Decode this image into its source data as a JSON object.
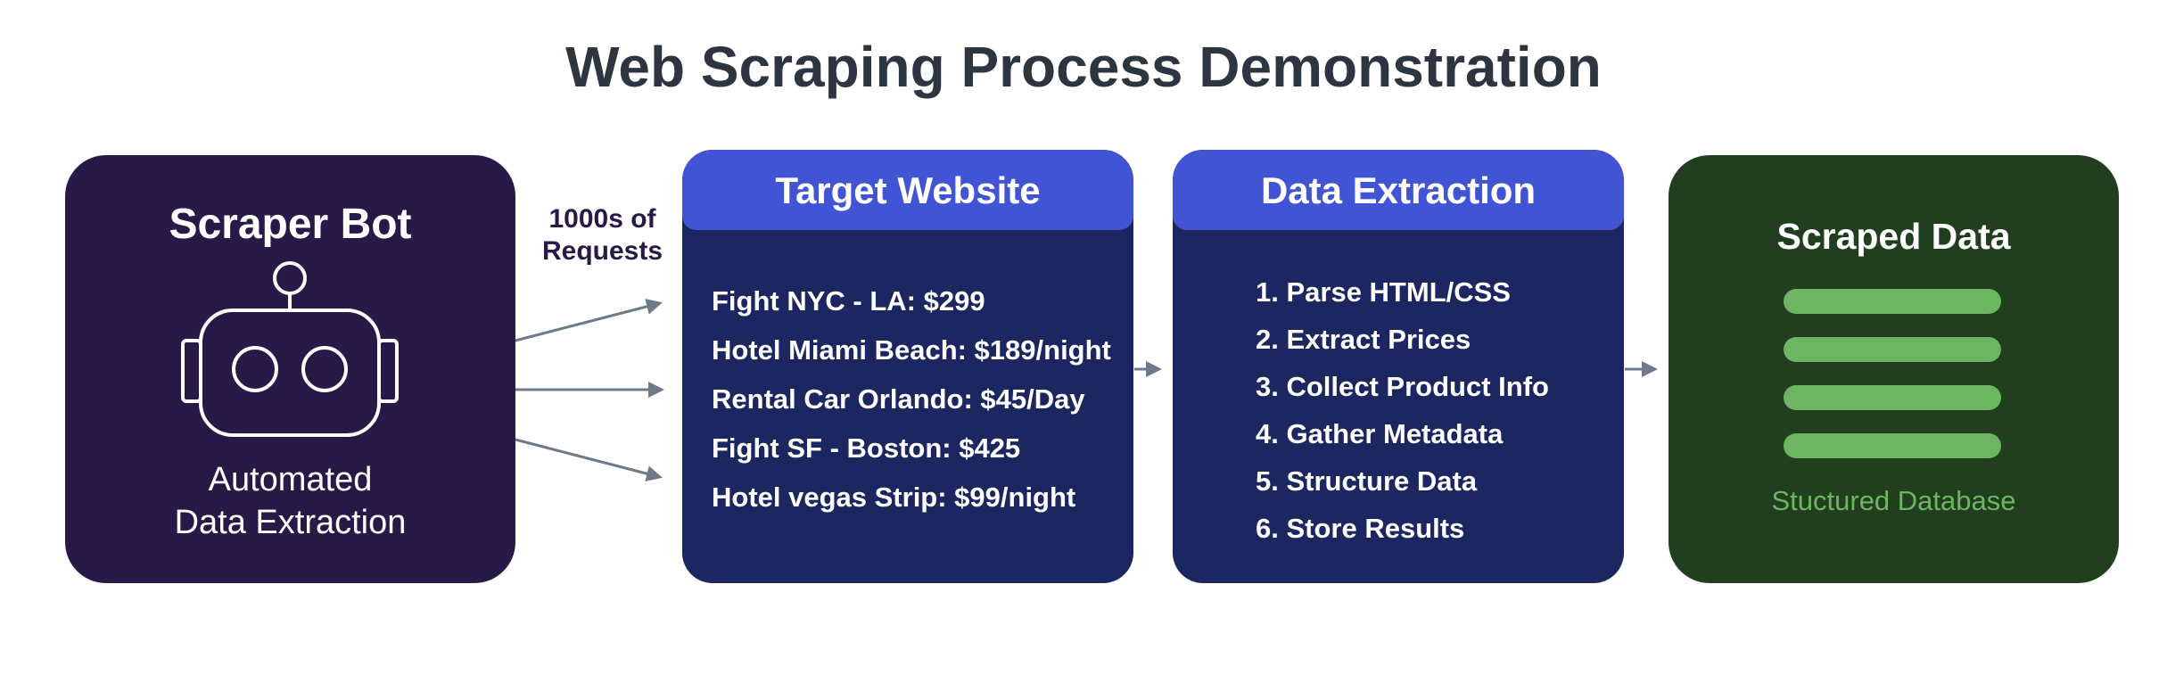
{
  "title": "Web Scraping Process Demonstration",
  "colors": {
    "bot_panel": "#271a47",
    "site_panel": "#1c2660",
    "header": "#4154d4",
    "data_panel": "#213e1f",
    "data_accent": "#6db563",
    "arrow": "#6c7a89"
  },
  "scraper_bot": {
    "title": "Scraper Bot",
    "icon": "robot-icon",
    "subtitle_line1": "Automated",
    "subtitle_line2": "Data Extraction"
  },
  "requests_label": {
    "line1": "1000s of",
    "line2": "Requests"
  },
  "target_website": {
    "title": "Target Website",
    "items": [
      "Fight NYC - LA: $299",
      "Hotel Miami Beach: $189/night",
      "Rental Car Orlando: $45/Day",
      "Fight SF - Boston: $425",
      "Hotel vegas Strip: $99/night"
    ]
  },
  "data_extraction": {
    "title": "Data Extraction",
    "steps": [
      "1. Parse HTML/CSS",
      "2. Extract Prices",
      "3. Collect Product Info",
      "4. Gather Metadata",
      "5. Structure Data",
      "6. Store Results"
    ]
  },
  "scraped_data": {
    "title": "Scraped Data",
    "icon": "database-rows-icon",
    "label": "Stuctured Database"
  }
}
